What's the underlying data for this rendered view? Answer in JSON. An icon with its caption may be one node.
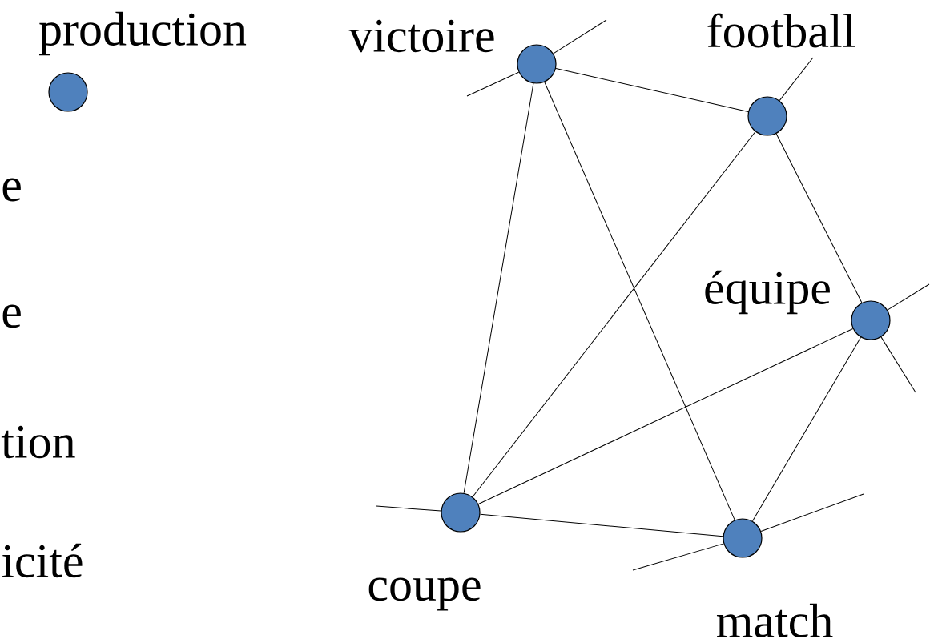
{
  "diagram": {
    "nodes": [
      {
        "text": [
          "production"
        ]
      },
      {
        "text": [
          "victoire"
        ]
      },
      {
        "text": [
          "football"
        ]
      },
      {
        "text": [
          "équipe"
        ]
      },
      {
        "text": [
          "coupe"
        ]
      },
      {
        "text": [
          "match"
        ]
      }
    ],
    "edges": [
      {
        "from": 1,
        "to": 2,
        "arrow": "none"
      },
      {
        "from": 1,
        "to": 4,
        "arrow": "none"
      },
      {
        "from": 1,
        "to": 5,
        "arrow": "none"
      },
      {
        "from": 2,
        "to": 4,
        "arrow": "none"
      },
      {
        "from": 2,
        "to": 3,
        "arrow": "none"
      },
      {
        "from": 3,
        "to": 4,
        "arrow": "none"
      },
      {
        "from": 3,
        "to": 5,
        "arrow": "none"
      },
      {
        "from": 4,
        "to": 5,
        "arrow": "none"
      },
      {
        "from": 1,
        "to": null,
        "arrow": "none"
      },
      {
        "from": 1,
        "to": null,
        "arrow": "none"
      },
      {
        "from": 2,
        "to": null,
        "arrow": "none"
      },
      {
        "from": 3,
        "to": null,
        "arrow": "none"
      },
      {
        "from": 3,
        "to": null,
        "arrow": "none"
      },
      {
        "from": 4,
        "to": null,
        "arrow": "none"
      },
      {
        "from": 5,
        "to": null,
        "arrow": "none"
      },
      {
        "from": 5,
        "to": null,
        "arrow": "none"
      }
    ],
    "labels": [
      "e",
      "e",
      "tion",
      "icité"
    ]
  }
}
